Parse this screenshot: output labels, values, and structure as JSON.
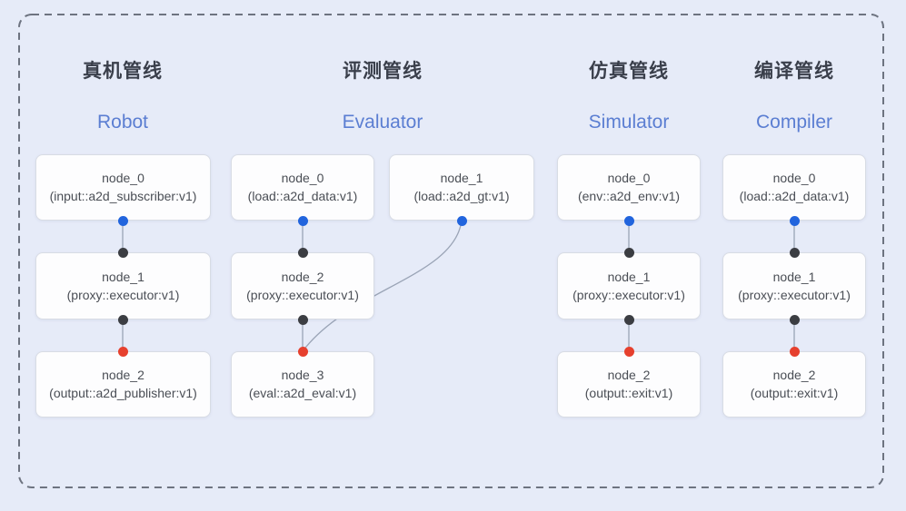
{
  "diagram": {
    "kind": "pipeline-node-graph",
    "pipelines": [
      {
        "id": "robot",
        "title_zh": "真机管线",
        "title_en": "Robot",
        "nodes": [
          {
            "name": "node_0",
            "type": "(input::a2d_subscriber:v1)",
            "port_bottom": "source"
          },
          {
            "name": "node_1",
            "type": "(proxy::executor:v1)",
            "port_top": "executor",
            "port_bottom": "executor"
          },
          {
            "name": "node_2",
            "type": "(output::a2d_publisher:v1)",
            "port_top": "sink"
          }
        ]
      },
      {
        "id": "evaluator",
        "title_zh": "评测管线",
        "title_en": "Evaluator",
        "nodes": [
          {
            "name": "node_0",
            "type": "(load::a2d_data:v1)",
            "port_bottom": "source"
          },
          {
            "name": "node_1",
            "type": "(load::a2d_gt:v1)",
            "port_bottom": "source"
          },
          {
            "name": "node_2",
            "type": "(proxy::executor:v1)",
            "port_top": "executor",
            "port_bottom": "executor"
          },
          {
            "name": "node_3",
            "type": "(eval::a2d_eval:v1)",
            "port_top": "sink"
          }
        ]
      },
      {
        "id": "simulator",
        "title_zh": "仿真管线",
        "title_en": "Simulator",
        "nodes": [
          {
            "name": "node_0",
            "type": "(env::a2d_env:v1)",
            "port_bottom": "source"
          },
          {
            "name": "node_1",
            "type": "(proxy::executor:v1)",
            "port_top": "executor",
            "port_bottom": "executor"
          },
          {
            "name": "node_2",
            "type": "(output::exit:v1)",
            "port_top": "sink"
          }
        ]
      },
      {
        "id": "compiler",
        "title_zh": "编译管线",
        "title_en": "Compiler",
        "nodes": [
          {
            "name": "node_0",
            "type": "(load::a2d_data:v1)",
            "port_bottom": "source"
          },
          {
            "name": "node_1",
            "type": "(proxy::executor:v1)",
            "port_top": "executor",
            "port_bottom": "executor"
          },
          {
            "name": "node_2",
            "type": "(output::exit:v1)",
            "port_top": "sink"
          }
        ]
      }
    ],
    "edges": [
      {
        "from": "robot.node_0",
        "to": "robot.node_1"
      },
      {
        "from": "robot.node_1",
        "to": "robot.node_2"
      },
      {
        "from": "evaluator.node_0",
        "to": "evaluator.node_2"
      },
      {
        "from": "evaluator.node_1",
        "to": "evaluator.node_3",
        "shape": "curved"
      },
      {
        "from": "evaluator.node_2",
        "to": "evaluator.node_3"
      },
      {
        "from": "simulator.node_0",
        "to": "simulator.node_1"
      },
      {
        "from": "simulator.node_1",
        "to": "simulator.node_2"
      },
      {
        "from": "compiler.node_0",
        "to": "compiler.node_1"
      },
      {
        "from": "compiler.node_1",
        "to": "compiler.node_2"
      }
    ],
    "colors": {
      "background": "#e6ebf8",
      "boundary_dash": "#6d7380",
      "node_fill": "#fdfdfe",
      "node_border": "#d8dce4",
      "edge_stroke": "#9aa4b6",
      "title_zh": "#3a3f4b",
      "title_en": "#5b7ed2",
      "source_port": "#2164dd",
      "executor_port": "#3b3d42",
      "sink_port": "#e6402e"
    }
  }
}
